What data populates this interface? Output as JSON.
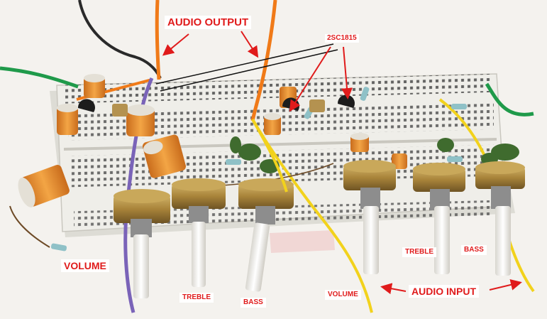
{
  "labels": {
    "audio_output": "AUDIO OUTPUT",
    "transistor": "2SC1815",
    "volume_left": "VOLUME",
    "treble_left": "TREBLE",
    "bass_left": "BASS",
    "volume_right": "VOLUME",
    "audio_input": "AUDIO INPUT",
    "treble_right": "TREBLE",
    "bass_right": "BASS"
  },
  "colors": {
    "label_text": "#e01b1b",
    "label_background": "#ffffff",
    "breadboard": "#ecebe5",
    "capacitor_orange": "#e8912e",
    "potentiometer_brass": "#b08a3e",
    "wire_orange": "#f07a18",
    "wire_yellow": "#f2d21c",
    "wire_green": "#1f9a4a",
    "wire_purple": "#7a63b8",
    "arrow_red": "#e01b1b"
  },
  "icons": [
    "breadboard",
    "electrolytic-capacitor",
    "potentiometer",
    "transistor",
    "arrow"
  ]
}
